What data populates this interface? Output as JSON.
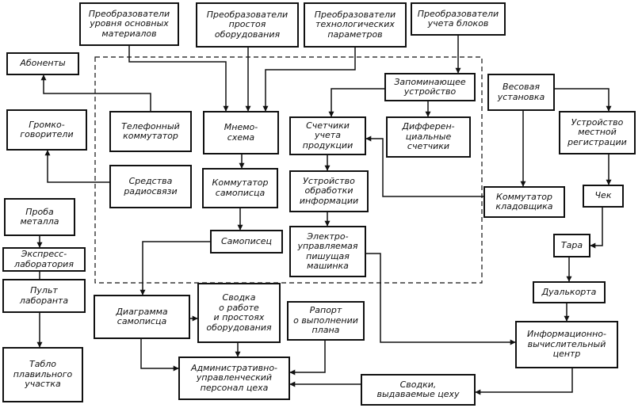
{
  "blocks": {
    "conv_level": "Преобразователи\nуровня основных\nматериалов",
    "conv_idle": "Преобразователи\nпростоя\nоборудования",
    "conv_tech": "Преобразователи\nтехнологических\nпараметров",
    "conv_blocks": "Преобразователи\nучета блоков",
    "subscribers": "Абоненты",
    "speakers": "Громко-\nговорители",
    "phone_switch": "Телефонный\nкоммутатор",
    "mnemo": "Мнемо-\nсхема",
    "counters": "Счетчики\nучета\nпродукции",
    "memory": "Запоминающее\nустройство",
    "diff_counters": "Дифферен-\nциальные\nсчетчики",
    "scale": "Весовая\nустановка",
    "local_reg": "Устройство\nместной\nрегистрации",
    "radio": "Средства\nрадиосвязи",
    "rec_switch": "Коммутатор\nсамописца",
    "proc_dev": "Устройство\nобработки\nинформации",
    "storekeeper": "Коммутатор\nкладовщика",
    "check": "Чек",
    "metal_sample": "Проба\nметалла",
    "express_lab": "Экспресс-\nлаборатория",
    "lab_console": "Пульт\nлаборанта",
    "recorder": "Самописец",
    "typewriter": "Электро-\nуправляемая\nпишущая\nмашинка",
    "tara": "Тара",
    "dualcard": "Дуалькорта",
    "rec_diagram": "Диаграмма\nсамописца",
    "idle_summary": "Сводка\nо работе\nи простоях\nоборудования",
    "plan_report": "Рапорт\nо выполнении\nплана",
    "info_center": "Информационно-\nвычислительный\nцентр",
    "scoreboard": "Табло\nплавильного\nучастка",
    "admin": "Административно-\nуправленческий\nперсонал цеха",
    "summaries": "Сводки,\nвыдаваемые цеху"
  }
}
